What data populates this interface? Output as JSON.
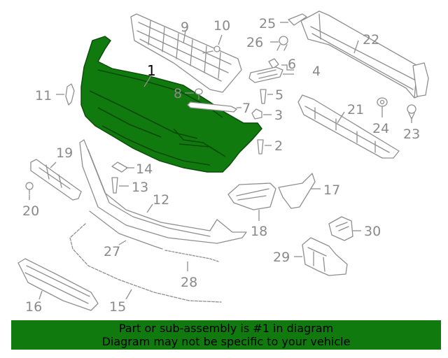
{
  "colors": {
    "highlight": "#117a0f",
    "highlight_stroke": "#0a4a08",
    "line": "#8f8f8f",
    "label": "#8a8a8a",
    "banner_bg": "#117a0f",
    "banner_text": "#000000"
  },
  "highlighted_part": "1",
  "callouts": [
    "1",
    "2",
    "3",
    "4",
    "5",
    "6",
    "7",
    "8",
    "9",
    "10",
    "11",
    "12",
    "13",
    "14",
    "15",
    "16",
    "17",
    "18",
    "19",
    "20",
    "21",
    "22",
    "23",
    "24",
    "25",
    "26",
    "27",
    "28",
    "29",
    "30"
  ],
  "banner": {
    "line1": "Part or sub-assembly is #1 in diagram",
    "line2": "Diagram may not be specific to your vehicle"
  }
}
